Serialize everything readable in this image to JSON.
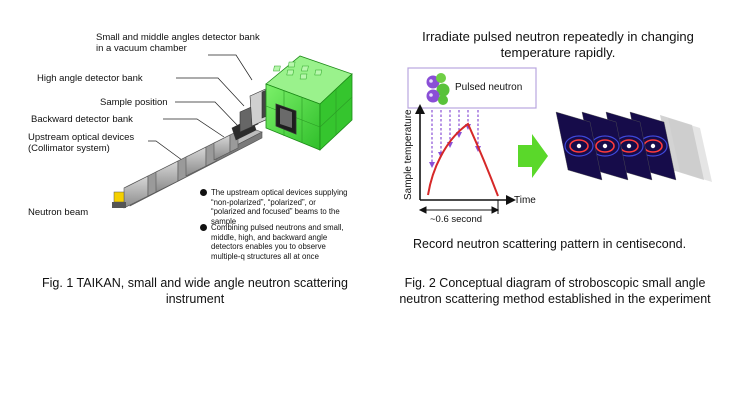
{
  "fig1": {
    "labels": {
      "small_middle": "Small and middle angles detector bank in a vacuum chamber",
      "high_angle": "High angle detector bank",
      "sample_position": "Sample position",
      "backward": "Backward detector bank",
      "upstream": "Upstream optical devices (Collimator system)",
      "neutron_beam": "Neutron beam"
    },
    "notes": [
      "The upstream optical devices supplying “non-polarized”, “polarized”, or “polarized and focused” beams to the sample",
      "Combining pulsed neutrons and small, middle, high, and backward angle detectors enables you to observe multiple-q structures all at once"
    ],
    "caption": "Fig. 1 TAIKAN, small and wide angle neutron scattering instrument"
  },
  "fig2": {
    "heading": "Irradiate pulsed neutron repeatedly in changing temperature rapidly.",
    "legend_label": "Pulsed neutron",
    "y_axis_label": "Sample temperature",
    "x_axis_label": "Time",
    "duration_label": "~0.6 second",
    "footer": "Record neutron scattering pattern in centisecond.",
    "caption": "Fig. 2 Conceptual diagram of stroboscopic small angle neutron scattering method established in the experiment"
  },
  "colors": {
    "detector_green": "#3fd23a",
    "arrow_green": "#5ad82a",
    "legend_border": "#b9a6df",
    "neutron_purple": "#8a4fd6",
    "temp_curve": "#d62828",
    "pattern_bg": "#160c4a"
  }
}
